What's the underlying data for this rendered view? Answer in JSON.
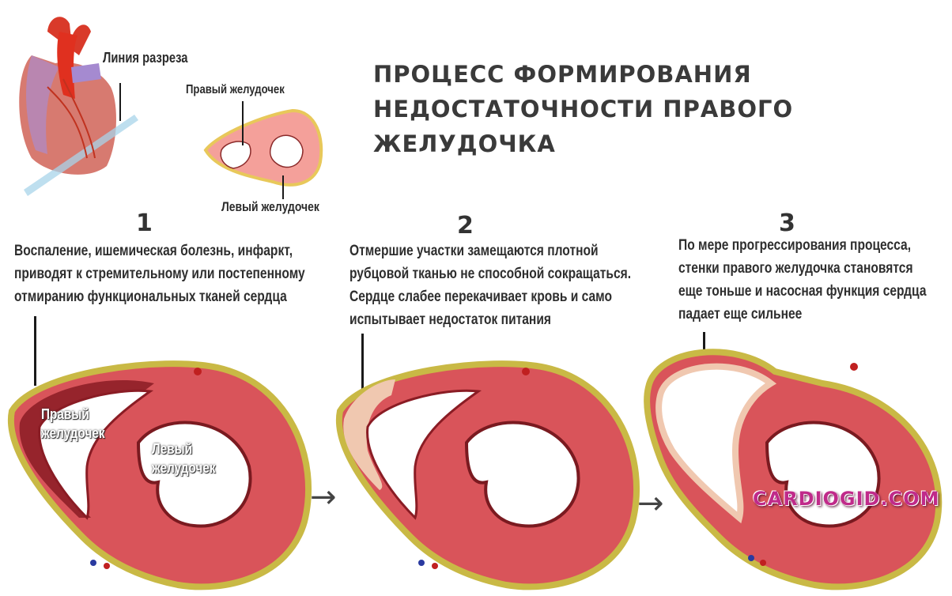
{
  "title": {
    "line1": "ПРОЦЕСС ФОРМИРОВАНИЯ",
    "line2": "НЕДОСТАТОЧНОСТИ ПРАВОГО ЖЕЛУДОЧКА"
  },
  "overview": {
    "cut_line_label": "Линия разреза",
    "right_ventricle_label": "Правый желудочек",
    "left_ventricle_label": "Левый желудочек"
  },
  "stages": [
    {
      "number": "1",
      "text": [
        "Воспаление, ишемическая болезнь, инфаркт,",
        "приводят к стремительному или постепенному",
        "отмиранию функциональных тканей сердца"
      ],
      "inner_labels": {
        "right": [
          "Правый",
          "желудочек"
        ],
        "left": [
          "Левый",
          "желудочек"
        ]
      }
    },
    {
      "number": "2",
      "text": [
        "Отмершие участки замещаются плотной",
        "рубцовой тканью не способной сокращаться.",
        "Сердце слабее перекачивает кровь и само",
        "испытывает недостаток питания"
      ]
    },
    {
      "number": "3",
      "text": [
        "По мере прогрессирования процесса,",
        "стенки правого желудочка становятся",
        "еще тоньше и насосная функция сердца",
        "падает еще сильнее"
      ]
    }
  ],
  "arrows": [
    "→",
    "→"
  ],
  "watermark": "CARDIOGID.COM",
  "colors": {
    "muscle": "#d9545a",
    "muscle_dark": "#8a1c24",
    "fat": "#c9b945",
    "scar": "#f0c8b0",
    "title": "#3a3a3a"
  }
}
